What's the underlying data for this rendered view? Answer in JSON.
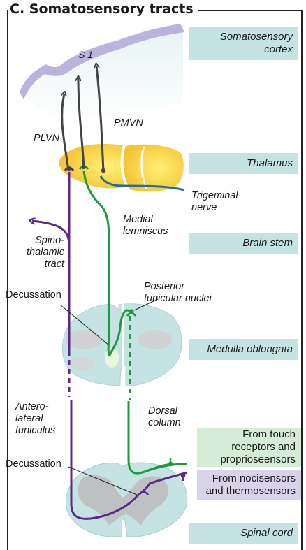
{
  "title": "C. Somatosensory tracts",
  "boxes": {
    "cortex": "Somatosensory\ncortex",
    "thalamus": "Thalamus",
    "brain_stem": "Brain stem",
    "medulla": "Medulla oblongata",
    "touch": "From touch\nreceptors and\nproprioseensors",
    "noci": "From nocisensors\nand thermosensors",
    "spinal": "Spinal cord"
  },
  "labels": {
    "s1": "S 1",
    "plvn": "PLVN",
    "pmvn": "PMVN",
    "trigeminal": "Trigeminal\nnerve",
    "medial_lemniscus": "Medial\nlemniscus",
    "spinothalamic": "Spino-\nthalamic\ntract",
    "decussation_upper": "Decussation",
    "posterior_nuclei": "Posterior\nfunicular nuclei",
    "anterolateral": "Antero-\nlateral\nfuniculus",
    "dorsal_column": "Dorsal\ncolumn",
    "decussation_lower": "Decussation"
  },
  "colors": {
    "cortex": "#b9b3de",
    "thalamus": "#f7cc3a",
    "label_box": "#c6e3e3",
    "touch_box": "#d6ecd6",
    "noci_box": "#d9d3ea",
    "green_tract": "#1f9a3c",
    "purple_tract": "#5b2a86",
    "blue_tract": "#1f6fa0",
    "cortical_projection": "#444444",
    "medulla_fill": "#c6e3e3",
    "gray_matter": "#bdbdbd"
  }
}
